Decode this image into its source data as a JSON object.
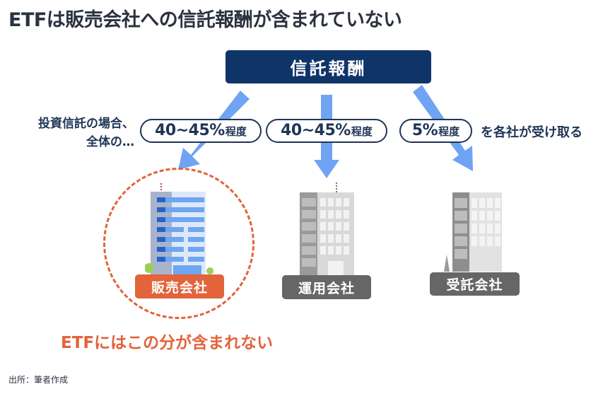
{
  "title": "ETFは販売会社への信託報酬が含まれていない",
  "top_box": {
    "label": "信託報酬"
  },
  "intro": {
    "line1": "投資信託の場合、",
    "line2": "全体の…"
  },
  "pills": [
    {
      "value": "40~45%",
      "suffix": "程度"
    },
    {
      "value": "40~45%",
      "suffix": "程度"
    },
    {
      "value": "5%",
      "suffix": "程度"
    }
  ],
  "outro": "を各社が受け取る",
  "companies": [
    {
      "label": "販売会社",
      "color": "#e3633a",
      "highlighted": true
    },
    {
      "label": "運用会社",
      "color": "#666666",
      "highlighted": false
    },
    {
      "label": "受託会社",
      "color": "#666666",
      "highlighted": false
    }
  ],
  "note": "ETFにはこの分が含まれない",
  "source": "出所：筆者作成",
  "colors": {
    "navy": "#0f3468",
    "arrow": "#6fa3f3",
    "accent": "#e3633a",
    "text": "#1f3556"
  }
}
